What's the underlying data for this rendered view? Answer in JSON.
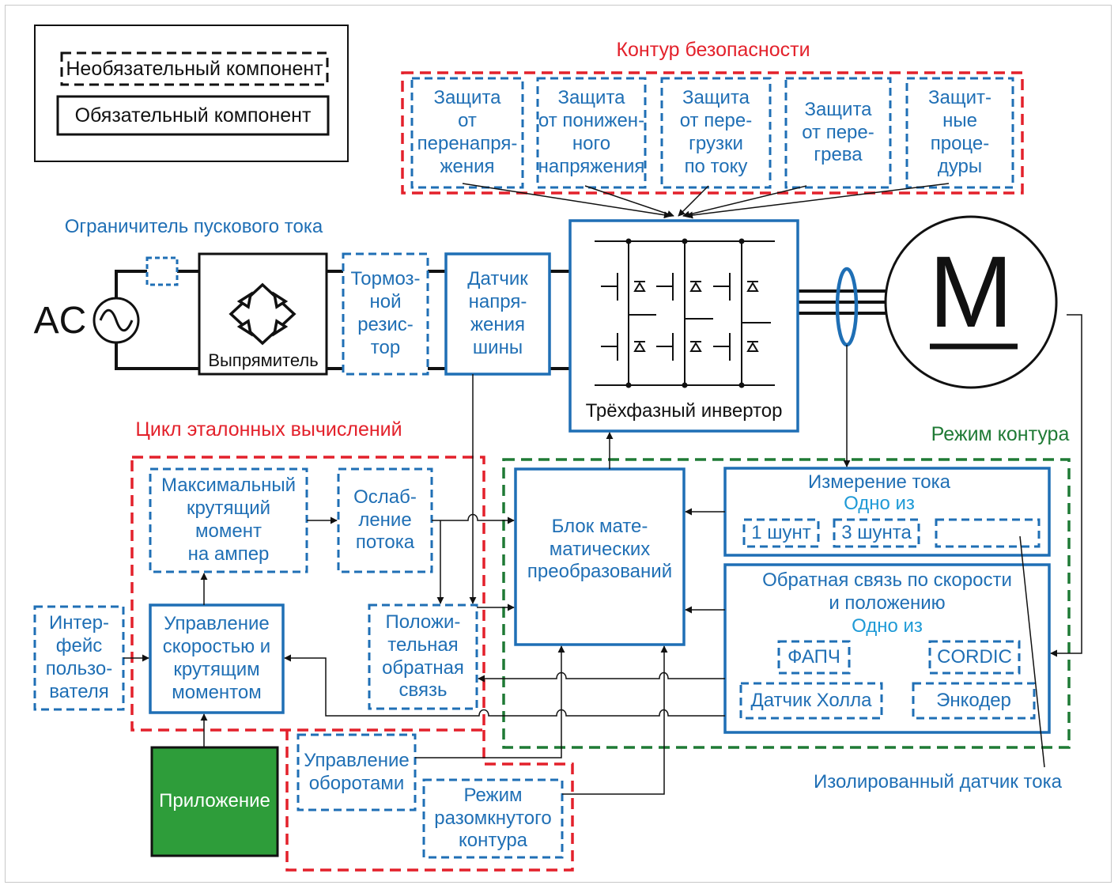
{
  "legend": {
    "optional": "Необязательный компонент",
    "required": "Обязательный компонент"
  },
  "safety": {
    "title": "Контур безопасности",
    "items": [
      "Защита\nот\nперенапря-\nжения",
      "Защита\nот понижен-\nного\nнапряжения",
      "Защита\nот пере-\nгрузки\nпо току",
      "Защита\nот пере-\nгрева",
      "Защит-\nные\nпроце-\nдуры"
    ]
  },
  "power": {
    "inrush_limiter": "Ограничитель пускового тока",
    "ac": "AC",
    "rectifier": "Выпрямитель",
    "brake_resistor": "Тормоз-\nной\nрезис-\nтор",
    "bus_sensor": "Датчик\nнапря-\nжения\nшины",
    "inverter": "Трёхфазный инвертор",
    "motor": "M"
  },
  "reference_loop": {
    "title": "Цикл эталонных вычислений",
    "mtpa": "Максимальный\nкрутящий\nмомент\nна ампер",
    "field_weakening": "Ослаб-\nление\nпотока",
    "speed_torque": "Управление\nскоростью и\nкрутящим\nмоментом",
    "positive_feedback": "Положи-\nтельная\nобратная\nсвязь"
  },
  "user_interface": "Интер-\nфейс\nпользо-\nвателя",
  "application": "Приложение",
  "speed_control": "Управление\nоборотами",
  "open_loop": "Режим\nразомкнутого\nконтура",
  "control_mode": {
    "title": "Режим контура",
    "math_block": "Блок мате-\nматических\nпреобразований",
    "current_measurement": {
      "title": "Измерение тока",
      "one_of": "Одно из",
      "options": [
        "1 шунт",
        "3 шунта",
        ""
      ]
    },
    "speed_position_feedback": {
      "title": "Обратная связь по скорости\nи положению",
      "one_of": "Одно из",
      "options": [
        "ФАПЧ",
        "CORDIC",
        "Датчик Холла",
        "Энкодер"
      ]
    }
  },
  "isolated_current_sensor": "Изолированный датчик тока",
  "colors": {
    "optional_blue": "#1f6fb5",
    "red_group": "#e3212b",
    "green_group": "#1f7a35",
    "application_fill": "#2e9d3a"
  }
}
